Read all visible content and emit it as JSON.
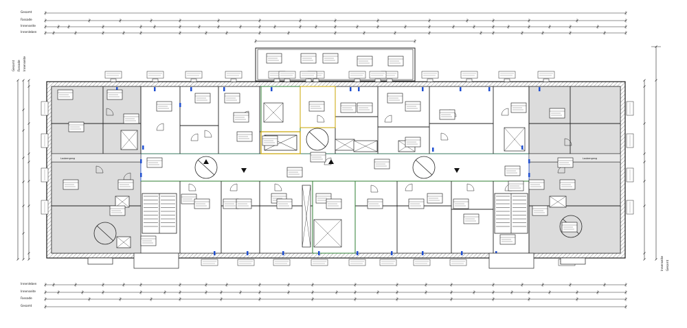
{
  "dimension_rows": {
    "top": [
      "Gesamt",
      "Fassade",
      "Innenseite",
      "Innenleben"
    ],
    "bottom": [
      "Innenleben",
      "Innenseite",
      "Fassade",
      "Gesamt"
    ],
    "left": [
      "Gesamt",
      "Fassade",
      "Innenseite"
    ],
    "right": [
      "Innenseite",
      "Gesamt"
    ]
  },
  "room_labels": [
    "Laubengang",
    "Laubengang"
  ],
  "colors": {
    "wall": "#1a1a1a",
    "wall_hatch": "#9a9a9a",
    "room_grey": "#d9d9d9",
    "corridor": "#ffffff",
    "accent_blue": "#1f4fd1",
    "accent_green": "#2e7d32",
    "accent_yellow": "#c9a400",
    "line": "#222222"
  },
  "icons": [
    "stair-icon",
    "elevator-icon",
    "door-swing-icon",
    "north-arrow-icon"
  ]
}
